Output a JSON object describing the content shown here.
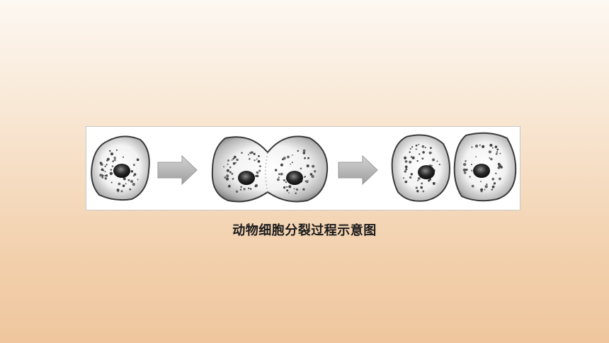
{
  "caption": "动物细胞分裂过程示意图",
  "stages": [
    {
      "name": "single-cell"
    },
    {
      "name": "dividing-cell"
    },
    {
      "name": "two-daughter-cells"
    }
  ],
  "arrows": [
    "arrow-right-icon",
    "arrow-right-icon"
  ]
}
